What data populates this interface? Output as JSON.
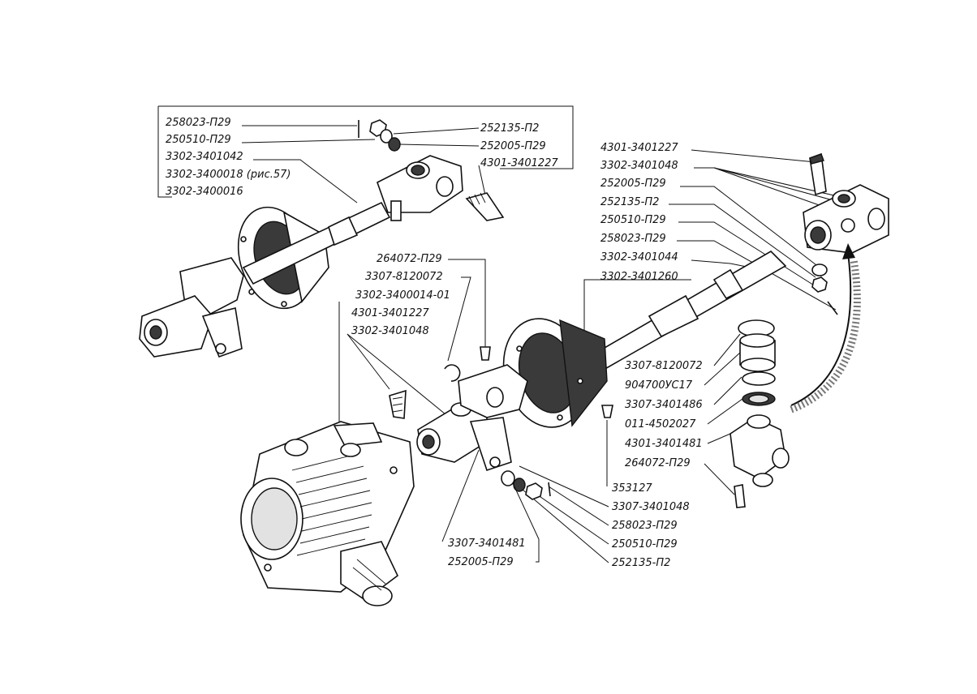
{
  "diagram": {
    "colors": {
      "ink": "#111111",
      "background": "#ffffff",
      "shade": "#3a3a3a"
    },
    "inset_labels": [
      "258023-П29",
      "250510-П29",
      "3302-3401042",
      "3302-3400018 (рис.57)",
      "3302-3400016",
      "252135-П2",
      "252005-П29",
      "4301-3401227"
    ],
    "right_labels": [
      "4301-3401227",
      "3302-3401048",
      "252005-П29",
      "252135-П2",
      "250510-П29",
      "258023-П29",
      "3302-3401044",
      "3302-3401260"
    ],
    "center_labels": [
      "264072-П29",
      "3307-8120072",
      "3302-3400014-01",
      "4301-3401227",
      "3302-3401048"
    ],
    "cross_labels": [
      "3307-8120072",
      "904700УС17",
      "3307-3401486",
      "011-4502027",
      "4301-3401481",
      "264072-П29"
    ],
    "bottom_right_labels": [
      "353127",
      "3307-3401048",
      "258023-П29",
      "250510-П29",
      "252135-П2"
    ],
    "bottom_center_labels": [
      "3307-3401481",
      "252005-П29"
    ]
  }
}
